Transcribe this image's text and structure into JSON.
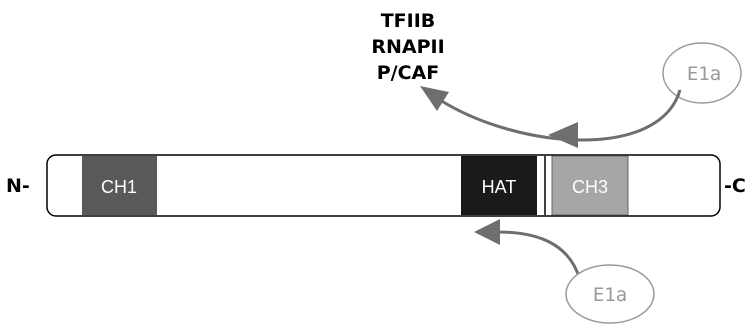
{
  "factors": {
    "line1": "TFIIB",
    "line2": "RNAPII",
    "line3": "P/CAF"
  },
  "protein": {
    "n_terminus": "N-",
    "c_terminus": "-C",
    "domains": [
      {
        "key": "ch1",
        "label": "CH1",
        "color": "#595959"
      },
      {
        "key": "hat",
        "label": "HAT",
        "color": "#1a1a1a"
      },
      {
        "key": "ch3",
        "label": "CH3",
        "color": "#a6a6a6"
      }
    ]
  },
  "e1a_top": {
    "label": "E1a"
  },
  "e1a_bottom": {
    "label": "E1a"
  },
  "colors": {
    "arrow": "#6e6e6e",
    "e1a_text": "#9a9a9a",
    "outline": "#000000"
  }
}
